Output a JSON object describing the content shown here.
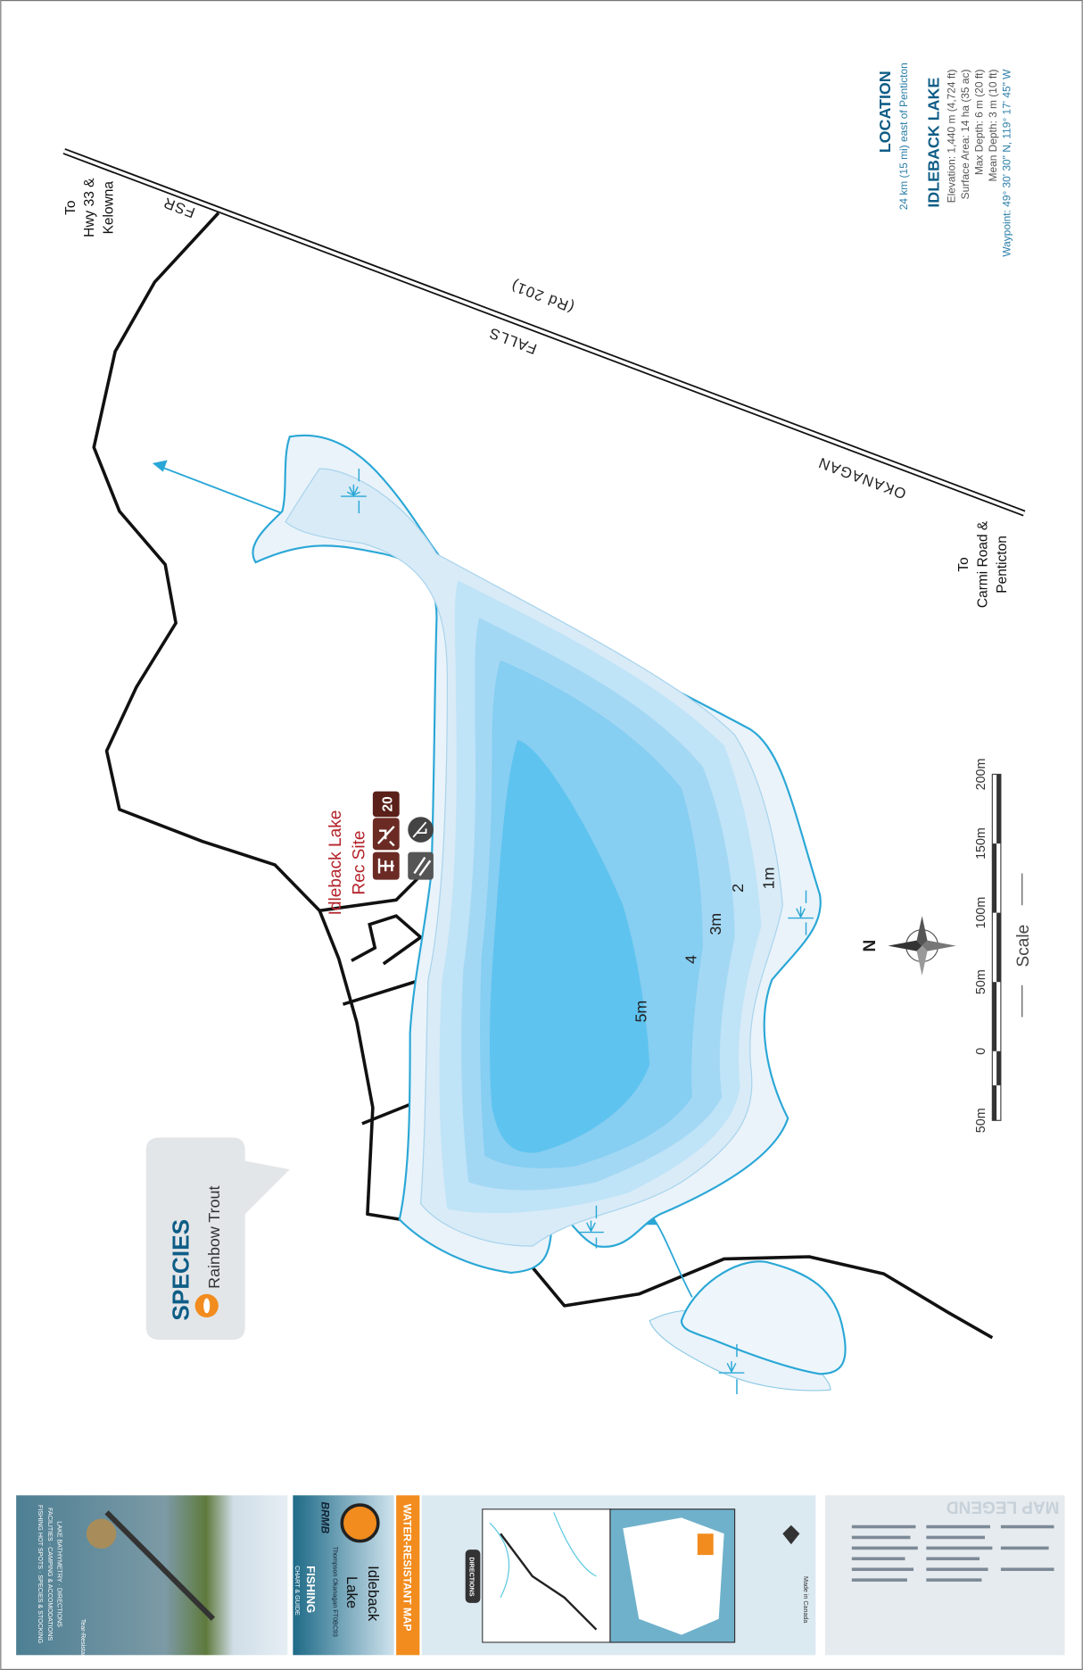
{
  "location": {
    "heading": "LOCATION",
    "distance": "24 km (15 mi) east of Penticton"
  },
  "lake": {
    "name": "IDLEBACK LAKE",
    "elevation": "Elevation: 1,440 m (4,724 ft)",
    "surface_area": "Surface Area: 14 ha (35 ac)",
    "max_depth": "Max Depth: 6 m (20 ft)",
    "mean_depth": "Mean Depth: 3 m (10 ft)",
    "waypoint": "Waypoint: 49° 30' 30\" N, 119° 17' 45\" W"
  },
  "roads": {
    "fsr": "FSR",
    "falls": "FALLS",
    "rd": "(Rd 201)",
    "okanagan": "OKANAGAN"
  },
  "destinations": {
    "north": [
      "To",
      "Hwy 33 &",
      "Kelowna"
    ],
    "south": [
      "To",
      "Carmi Road &",
      "Penticton"
    ]
  },
  "rec_site": {
    "name_line1": "Idleback Lake",
    "name_line2": "Rec Site",
    "campsites": "20",
    "icons": [
      "picnic-icon",
      "camping-icon",
      "fishing-icon",
      "boat-launch-icon"
    ]
  },
  "depth_labels": [
    "1m",
    "2",
    "3m",
    "4",
    "5m"
  ],
  "compass": {
    "north": "N"
  },
  "scale": {
    "title": "Scale",
    "ticks": [
      "50m",
      "0",
      "50m",
      "100m",
      "150m",
      "200m"
    ]
  },
  "species": {
    "heading": "SPECIES",
    "items": [
      "Rainbow Trout"
    ]
  },
  "cover": {
    "tagline": [
      "FISHING HOT SPOTS · SPECIES & STOCKING",
      "FACILITIES · CAMPING & ACCOMODATIONS",
      "LAKE BATHYMETRY · DIRECTIONS"
    ],
    "tear": "Tear-Resistant",
    "brand": "BRMB",
    "product": "FISHING",
    "product_sub": "CHART & GUIDE",
    "region_code": "Thompson Okanagan FT0BC93",
    "title_line1": "Idleback",
    "title_line2": "Lake",
    "banner": "WATER-RESISTANT MAP",
    "directions": "DIRECTIONS",
    "made_in": "Made in Canada",
    "legend_title": "MAP LEGEND"
  },
  "colors": {
    "water_line": "#2aa7d6",
    "heading_blue": "#0e5d86",
    "rec_red": "#b3232a",
    "icon_brown": "#6b2b24",
    "orange": "#f28c1e"
  }
}
